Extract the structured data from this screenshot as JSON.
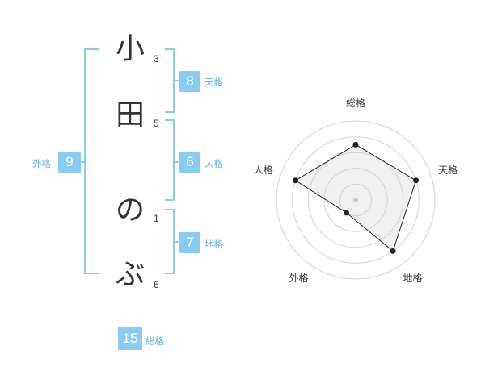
{
  "name_chars": [
    {
      "char": "小",
      "strokes": "3"
    },
    {
      "char": "田",
      "strokes": "5"
    },
    {
      "char": "の",
      "strokes": "1"
    },
    {
      "char": "ぶ",
      "strokes": "6"
    }
  ],
  "fortunes": {
    "tenkaku": {
      "value": "8",
      "label": "天格"
    },
    "jinkaku": {
      "value": "6",
      "label": "人格"
    },
    "chikaku": {
      "value": "7",
      "label": "地格"
    },
    "gaikaku": {
      "value": "9",
      "label": "外格"
    },
    "soukaku": {
      "value": "15",
      "label": "総格"
    }
  },
  "colors": {
    "accent": "#88ccf5",
    "label": "#5ab4ea",
    "polygon": "#222222"
  },
  "chart_data": {
    "type": "radar",
    "axes": [
      "総格",
      "天格",
      "地格",
      "外格",
      "人格"
    ],
    "values": [
      3.5,
      4,
      4,
      1,
      4
    ],
    "max": 5
  }
}
